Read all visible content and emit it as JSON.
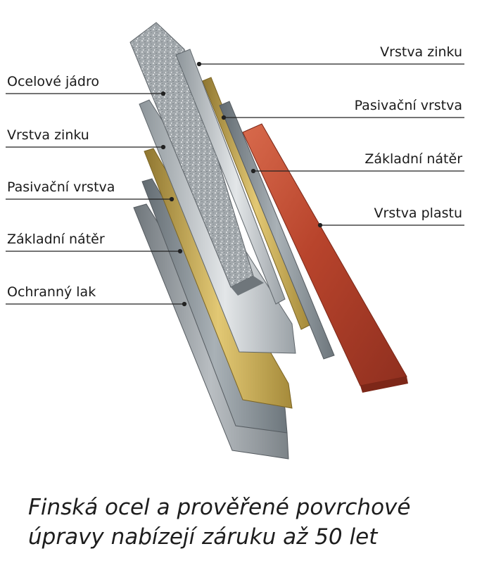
{
  "left_labels": {
    "core": "Ocelové jádro",
    "zinc": "Vrstva zinku",
    "passivation": "Pasivační vrstva",
    "primer": "Základní nátěr",
    "lacquer": "Ochranný lak"
  },
  "right_labels": {
    "zinc": "Vrstva zinku",
    "passivation": "Pasivační vrstva",
    "primer": "Základní nátěr",
    "plastic": "Vrstva plastu"
  },
  "caption": {
    "line1": "Finská ocel a prověřené povrchové",
    "line2": "úpravy nabízejí záruku až 50 let"
  },
  "colors": {
    "core": "#a7adb2",
    "zinc": "#c3c8cc",
    "passivation": "#c9ab55",
    "primer": "#8e979d",
    "plastic": "#b8442c",
    "leader": "#222222"
  }
}
